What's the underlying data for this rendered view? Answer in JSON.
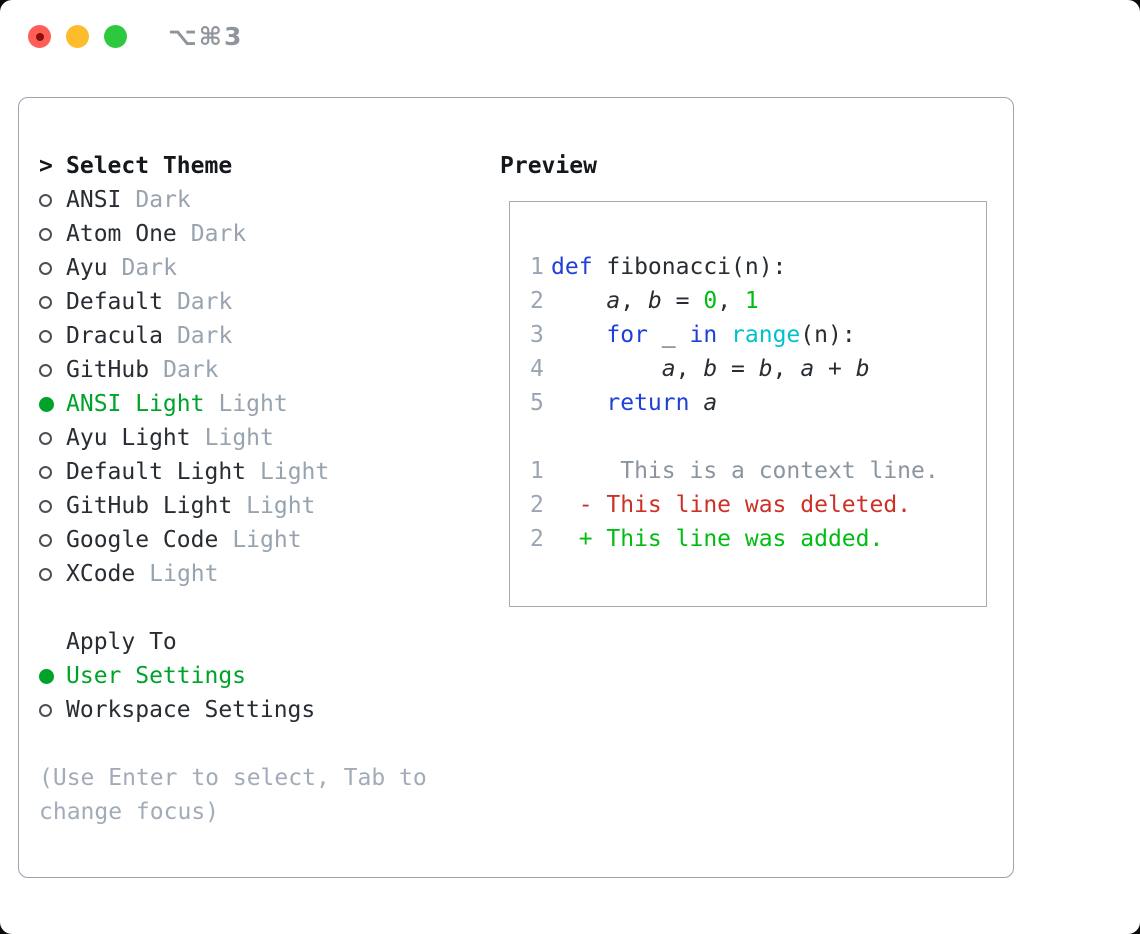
{
  "colors": {
    "text_dark": "#282d33",
    "header_black": "#14181d",
    "selected_green": "#00a32a",
    "code_green": "#00bd12",
    "keyword_blue": "#1e3fd8",
    "builtin_cyan": "#00c1cc",
    "deleted_red": "#cb3227",
    "muted_gray": "#98a3b0",
    "lineno_gray": "#9aa5b3",
    "context_gray": "#8b959f",
    "help_gray": "#a2acb8",
    "panel_border": "#9aa3ae",
    "traffic_red": "#ff5e57",
    "traffic_yellow": "#fdbc2c",
    "traffic_green": "#2dc83e"
  },
  "titlebar": {
    "shortcut": "⌥⌘3",
    "window_controls": [
      {
        "label": "close",
        "color": "#ff5e57",
        "has_dot": true
      },
      {
        "label": "minimize",
        "color": "#fdbc2c",
        "has_dot": false
      },
      {
        "label": "zoom",
        "color": "#2dc83e",
        "has_dot": false
      }
    ]
  },
  "theme_picker": {
    "prompt": ">",
    "header": "Select Theme",
    "items": [
      {
        "name": "ANSI",
        "variant": "Dark",
        "selected": false
      },
      {
        "name": "Atom One",
        "variant": "Dark",
        "selected": false
      },
      {
        "name": "Ayu",
        "variant": "Dark",
        "selected": false
      },
      {
        "name": "Default",
        "variant": "Dark",
        "selected": false
      },
      {
        "name": "Dracula",
        "variant": "Dark",
        "selected": false
      },
      {
        "name": "GitHub",
        "variant": "Dark",
        "selected": false
      },
      {
        "name": "ANSI Light",
        "variant": "Light",
        "selected": true
      },
      {
        "name": "Ayu Light",
        "variant": "Light",
        "selected": false
      },
      {
        "name": "Default Light",
        "variant": "Light",
        "selected": false
      },
      {
        "name": "GitHub Light",
        "variant": "Light",
        "selected": false
      },
      {
        "name": "Google Code",
        "variant": "Light",
        "selected": false
      },
      {
        "name": "XCode",
        "variant": "Light",
        "selected": false
      }
    ]
  },
  "apply_to": {
    "header": "Apply To",
    "options": [
      {
        "label": "User Settings",
        "selected": true
      },
      {
        "label": "Workspace Settings",
        "selected": false
      }
    ]
  },
  "help_text": "(Use Enter to select, Tab to change focus)",
  "preview": {
    "header": "Preview",
    "code_lines": [
      {
        "num": "1",
        "segments": [
          {
            "text": "def",
            "color": "keyword"
          },
          {
            "text": " fibonacci(n):",
            "color": "text"
          }
        ]
      },
      {
        "num": "2",
        "segments": [
          {
            "text": "    ",
            "color": "text"
          },
          {
            "text": "a",
            "color": "text",
            "italic": true
          },
          {
            "text": ", ",
            "color": "text"
          },
          {
            "text": "b",
            "color": "text",
            "italic": true
          },
          {
            "text": " = ",
            "color": "text"
          },
          {
            "text": "0",
            "color": "number"
          },
          {
            "text": ", ",
            "color": "text"
          },
          {
            "text": "1",
            "color": "number"
          }
        ]
      },
      {
        "num": "3",
        "segments": [
          {
            "text": "    ",
            "color": "text"
          },
          {
            "text": "for",
            "color": "keyword"
          },
          {
            "text": " _ ",
            "color": "text"
          },
          {
            "text": "in",
            "color": "keyword"
          },
          {
            "text": " ",
            "color": "text"
          },
          {
            "text": "range",
            "color": "builtin"
          },
          {
            "text": "(n):",
            "color": "text"
          }
        ]
      },
      {
        "num": "4",
        "segments": [
          {
            "text": "        ",
            "color": "text"
          },
          {
            "text": "a",
            "color": "text",
            "italic": true
          },
          {
            "text": ", ",
            "color": "text"
          },
          {
            "text": "b",
            "color": "text",
            "italic": true
          },
          {
            "text": " = ",
            "color": "text"
          },
          {
            "text": "b",
            "color": "text",
            "italic": true
          },
          {
            "text": ", ",
            "color": "text"
          },
          {
            "text": "a",
            "color": "text",
            "italic": true
          },
          {
            "text": " + ",
            "color": "text"
          },
          {
            "text": "b",
            "color": "text",
            "italic": true
          }
        ]
      },
      {
        "num": "5",
        "segments": [
          {
            "text": "    ",
            "color": "text"
          },
          {
            "text": "return",
            "color": "keyword"
          },
          {
            "text": " ",
            "color": "text"
          },
          {
            "text": "a",
            "color": "text",
            "italic": true
          }
        ]
      },
      {
        "num": "",
        "segments": []
      },
      {
        "num": "1",
        "segments": [
          {
            "text": "     This is a context line.",
            "color": "context"
          }
        ]
      },
      {
        "num": "2",
        "segments": [
          {
            "text": "  - This line was deleted.",
            "color": "deleted"
          }
        ]
      },
      {
        "num": "2",
        "segments": [
          {
            "text": "  + This line was added.",
            "color": "added"
          }
        ]
      }
    ]
  }
}
